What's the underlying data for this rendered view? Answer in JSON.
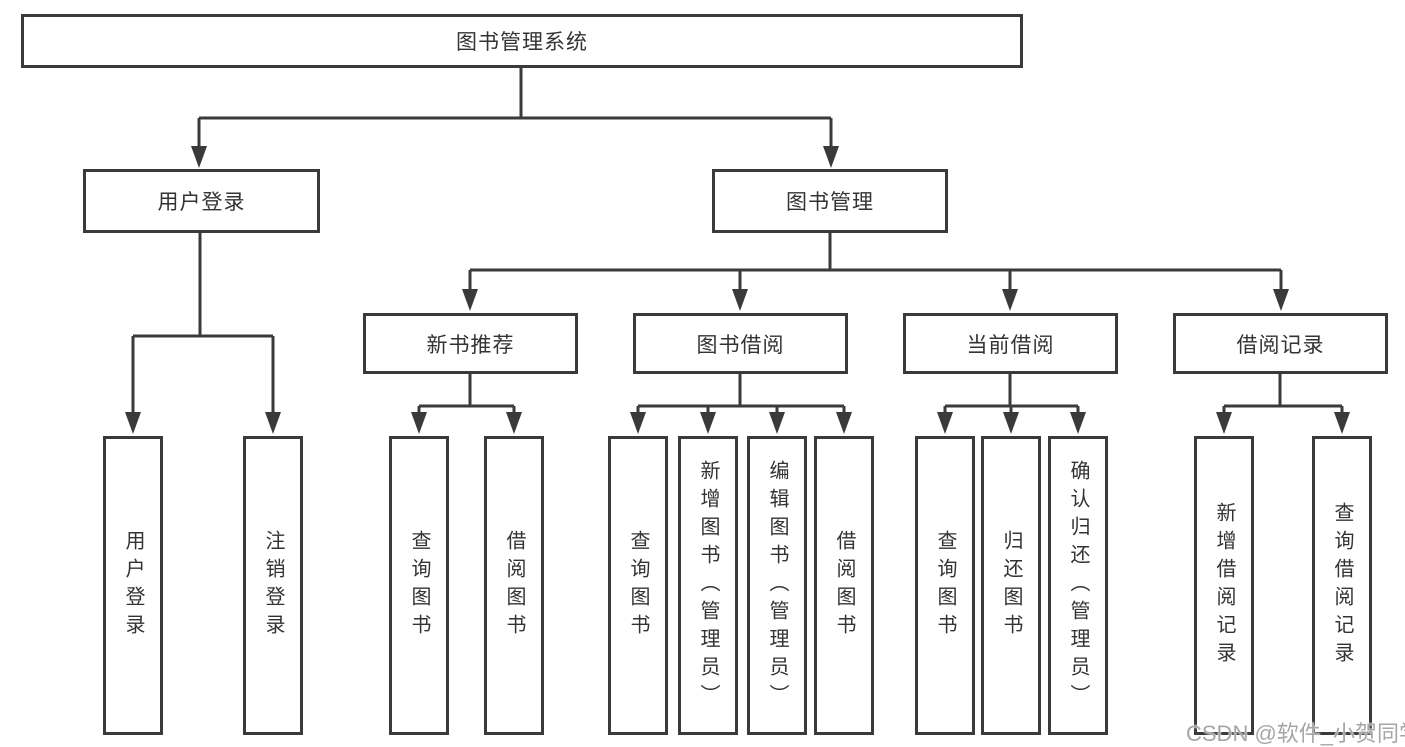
{
  "diagram": {
    "root": {
      "label": "图书管理系统"
    },
    "level2": [
      {
        "id": "user-login",
        "label": "用户登录",
        "children": [
          {
            "label": "用户登录"
          },
          {
            "label": "注销登录"
          }
        ]
      },
      {
        "id": "book-management",
        "label": "图书管理",
        "children": [
          {
            "id": "new-book-recommend",
            "label": "新书推荐",
            "children": [
              {
                "label": "查询图书"
              },
              {
                "label": "借阅图书"
              }
            ]
          },
          {
            "id": "book-borrowing",
            "label": "图书借阅",
            "children": [
              {
                "label": "查询图书"
              },
              {
                "label": "新增图书（管理员）"
              },
              {
                "label": "编辑图书（管理员）"
              },
              {
                "label": "借阅图书"
              }
            ]
          },
          {
            "id": "current-borrowing",
            "label": "当前借阅",
            "children": [
              {
                "label": "查询图书"
              },
              {
                "label": "归还图书"
              },
              {
                "label": "确认归还（管理员）"
              }
            ]
          },
          {
            "id": "borrowing-records",
            "label": "借阅记录",
            "children": [
              {
                "label": "新增借阅记录"
              },
              {
                "label": "查询借阅记录"
              }
            ]
          }
        ]
      }
    ]
  },
  "watermark": {
    "text": "CSDN @软件_小贺同学"
  },
  "colors": {
    "line": "#3a3a3a",
    "box_border": "#3a3a3a",
    "text": "#333333",
    "watermark": "#a6a6a6",
    "background": "#ffffff"
  }
}
